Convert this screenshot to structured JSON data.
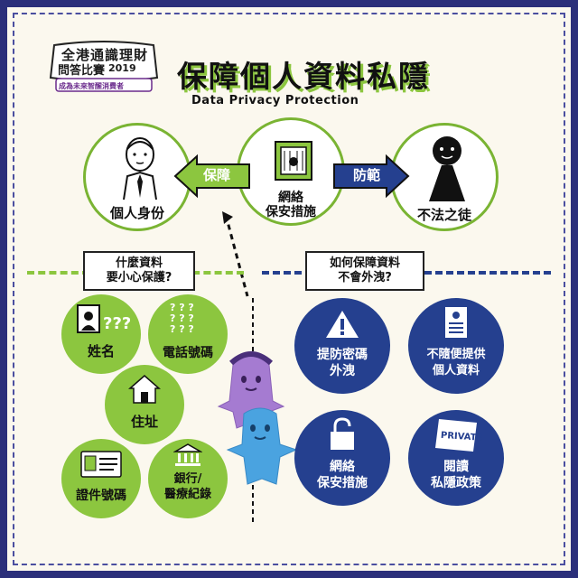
{
  "badge": {
    "line1": "全港通識理財",
    "line2": "問答比賽",
    "year": "2019",
    "sub": "成為未來智醒消費者"
  },
  "header": {
    "title": "保障個人資料私隱",
    "subtitle": "Data Privacy Protection"
  },
  "top_row": {
    "personal_identity": "個人身份",
    "network_security": "網絡\n保安措施",
    "criminals": "不法之徒",
    "arrow_protect": "保障",
    "arrow_prevent": "防範"
  },
  "left_section": {
    "heading": "什麼資料\n要小心保護?",
    "items": [
      {
        "label": "姓名",
        "icon": "person-question-icon"
      },
      {
        "label": "電話號碼",
        "icon": "phone-digits-icon"
      },
      {
        "label": "住址",
        "icon": "house-icon"
      },
      {
        "label": "證件號碼",
        "icon": "id-card-icon"
      },
      {
        "label": "銀行/\n醫療紀錄",
        "icon": "bank-icon"
      }
    ]
  },
  "right_section": {
    "heading": "如何保障資料\n不會外洩?",
    "items": [
      {
        "label": "提防密碼\n外洩",
        "icon": "warning-icon"
      },
      {
        "label": "不隨便提供\n個人資料",
        "icon": "document-icon"
      },
      {
        "label": "網絡\n保安措施",
        "icon": "padlock-icon"
      },
      {
        "label": "閱讀\n私隱政策",
        "icon": "private-paper-icon"
      }
    ],
    "private_word": "PRIVATE"
  },
  "colors": {
    "border_navy": "#2b2f7a",
    "green": "#8cc63f",
    "navy": "#25408f",
    "mascot_purple": "#a57bd1",
    "mascot_blue": "#4aa3e0"
  }
}
